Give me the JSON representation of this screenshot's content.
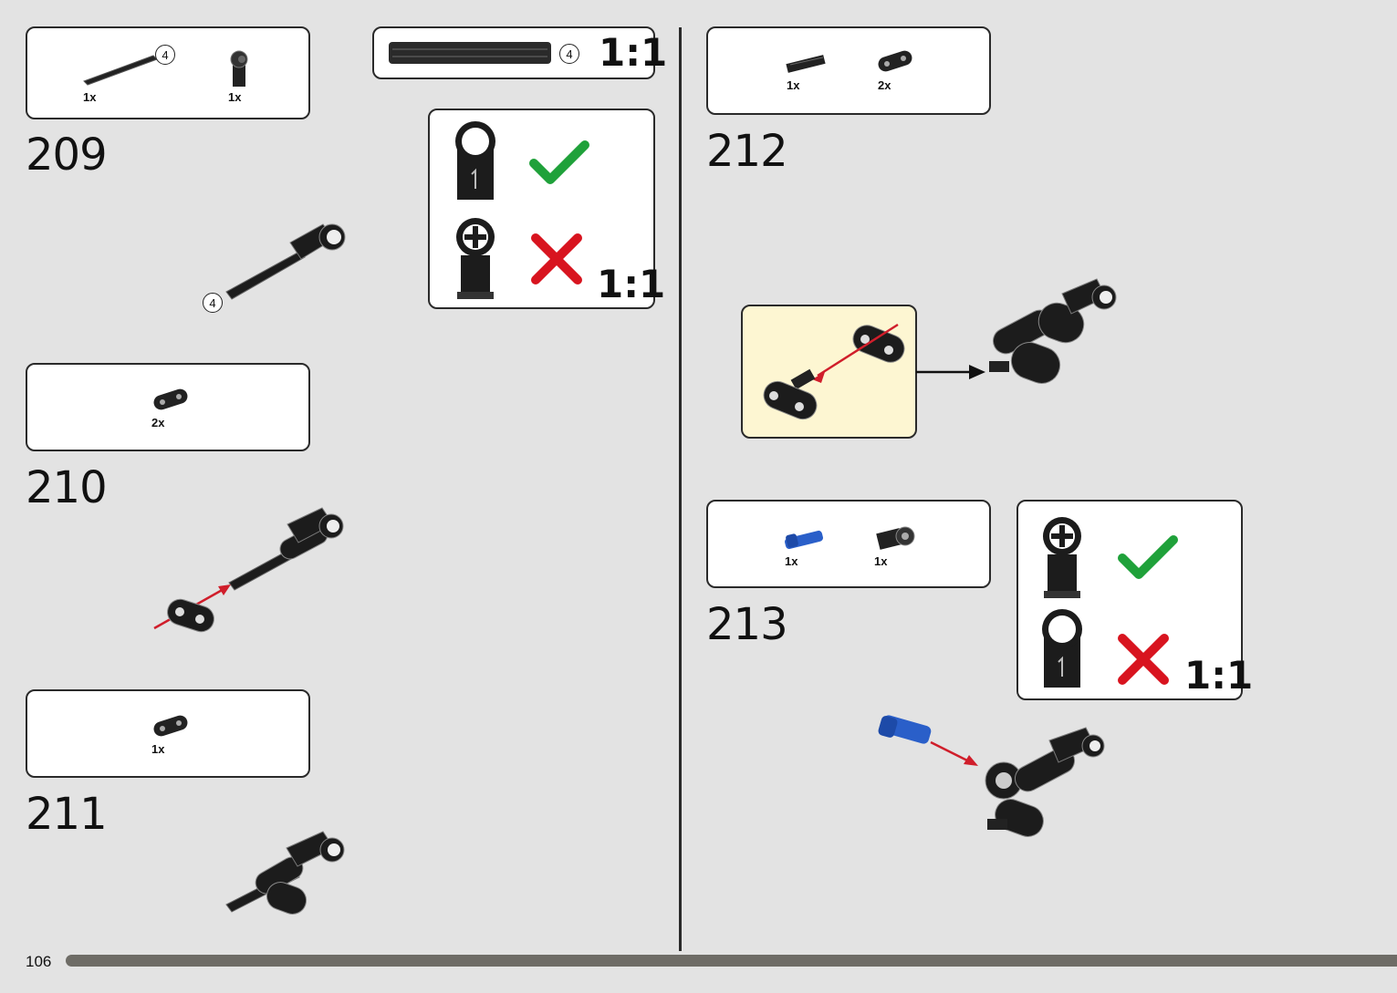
{
  "page": {
    "number": "106",
    "progress_pct": 100
  },
  "steps": [
    {
      "number": "209",
      "parts": [
        {
          "qty": "1x",
          "part": "axle-long"
        },
        {
          "qty": "1x",
          "part": "axle-connector"
        }
      ],
      "axle_length_label": "4"
    },
    {
      "number": "210",
      "parts": [
        {
          "qty": "2x",
          "part": "beam-2-hole"
        }
      ]
    },
    {
      "number": "211",
      "parts": [
        {
          "qty": "1x",
          "part": "beam-2-hole"
        }
      ]
    },
    {
      "number": "212",
      "parts": [
        {
          "qty": "1x",
          "part": "pin-axle"
        },
        {
          "qty": "2x",
          "part": "beam-2-hole"
        }
      ]
    },
    {
      "number": "213",
      "parts": [
        {
          "qty": "1x",
          "part": "blue-pin"
        },
        {
          "qty": "1x",
          "part": "cross-block"
        }
      ]
    }
  ],
  "scale_callouts": [
    {
      "label": "1:1",
      "axle_label": "4"
    },
    {
      "label": "1:1"
    },
    {
      "label": "1:1"
    }
  ],
  "colors": {
    "correct": "#1fa13a",
    "wrong": "#d8141f",
    "highlight": "#fdf6d2",
    "arrow": "#d01e2b",
    "blue_pin": "#2a5fc9"
  }
}
